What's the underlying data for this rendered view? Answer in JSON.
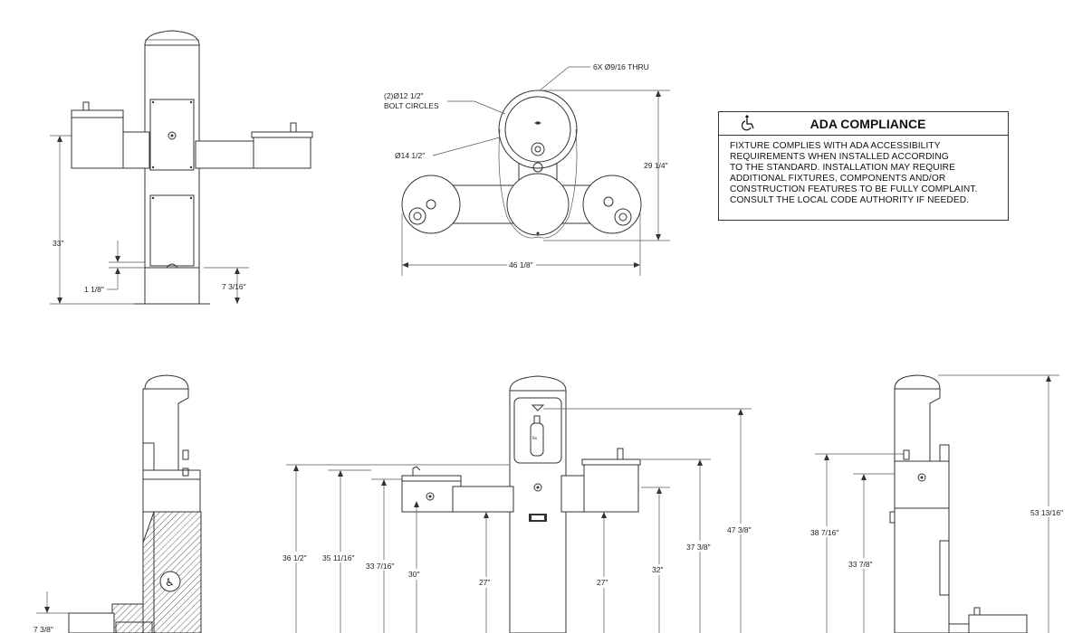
{
  "ada": {
    "title": "ADA COMPLIANCE",
    "text": "FIXTURE COMPLIES WITH ADA ACCESSIBILITY\nREQUIREMENTS WHEN INSTALLED ACCORDING\nTO THE STANDARD. INSTALLATION MAY REQUIRE\nADDITIONAL FIXTURES, COMPONENTS AND/OR\nCONSTRUCTION FEATURES TO BE FULLY COMPLAINT.\nCONSULT THE LOCAL CODE AUTHORITY IF NEEDED.",
    "icon": "wheelchair-icon"
  },
  "top_view": {
    "bolt_holes": "6X Ø9/16 THRU",
    "bolt_circles_1": "(2)Ø12 1/2\"",
    "bolt_circles_2": "BOLT CIRCLES",
    "outer_dia": "Ø14 1/2\"",
    "depth": "29 1/4\"",
    "width": "46 1/8\""
  },
  "side_view": {
    "height": "33\"",
    "base_gap": "1 1/8\"",
    "base_height": "7 3/16\""
  },
  "front_view": {
    "h1": "36 1/2\"",
    "h2": "35 11/16\"",
    "h3": "33 7/16\"",
    "h4": "30\"",
    "h5": "27\"",
    "h6": "27\"",
    "h7": "32\"",
    "h8": "37 3/8\"",
    "h9": "47 3/8\""
  },
  "right_view": {
    "h1": "38 7/16\"",
    "h2": "33 7/8\"",
    "h3": "53 13/16\""
  },
  "left_section": {
    "dim": "7 3/8\""
  }
}
